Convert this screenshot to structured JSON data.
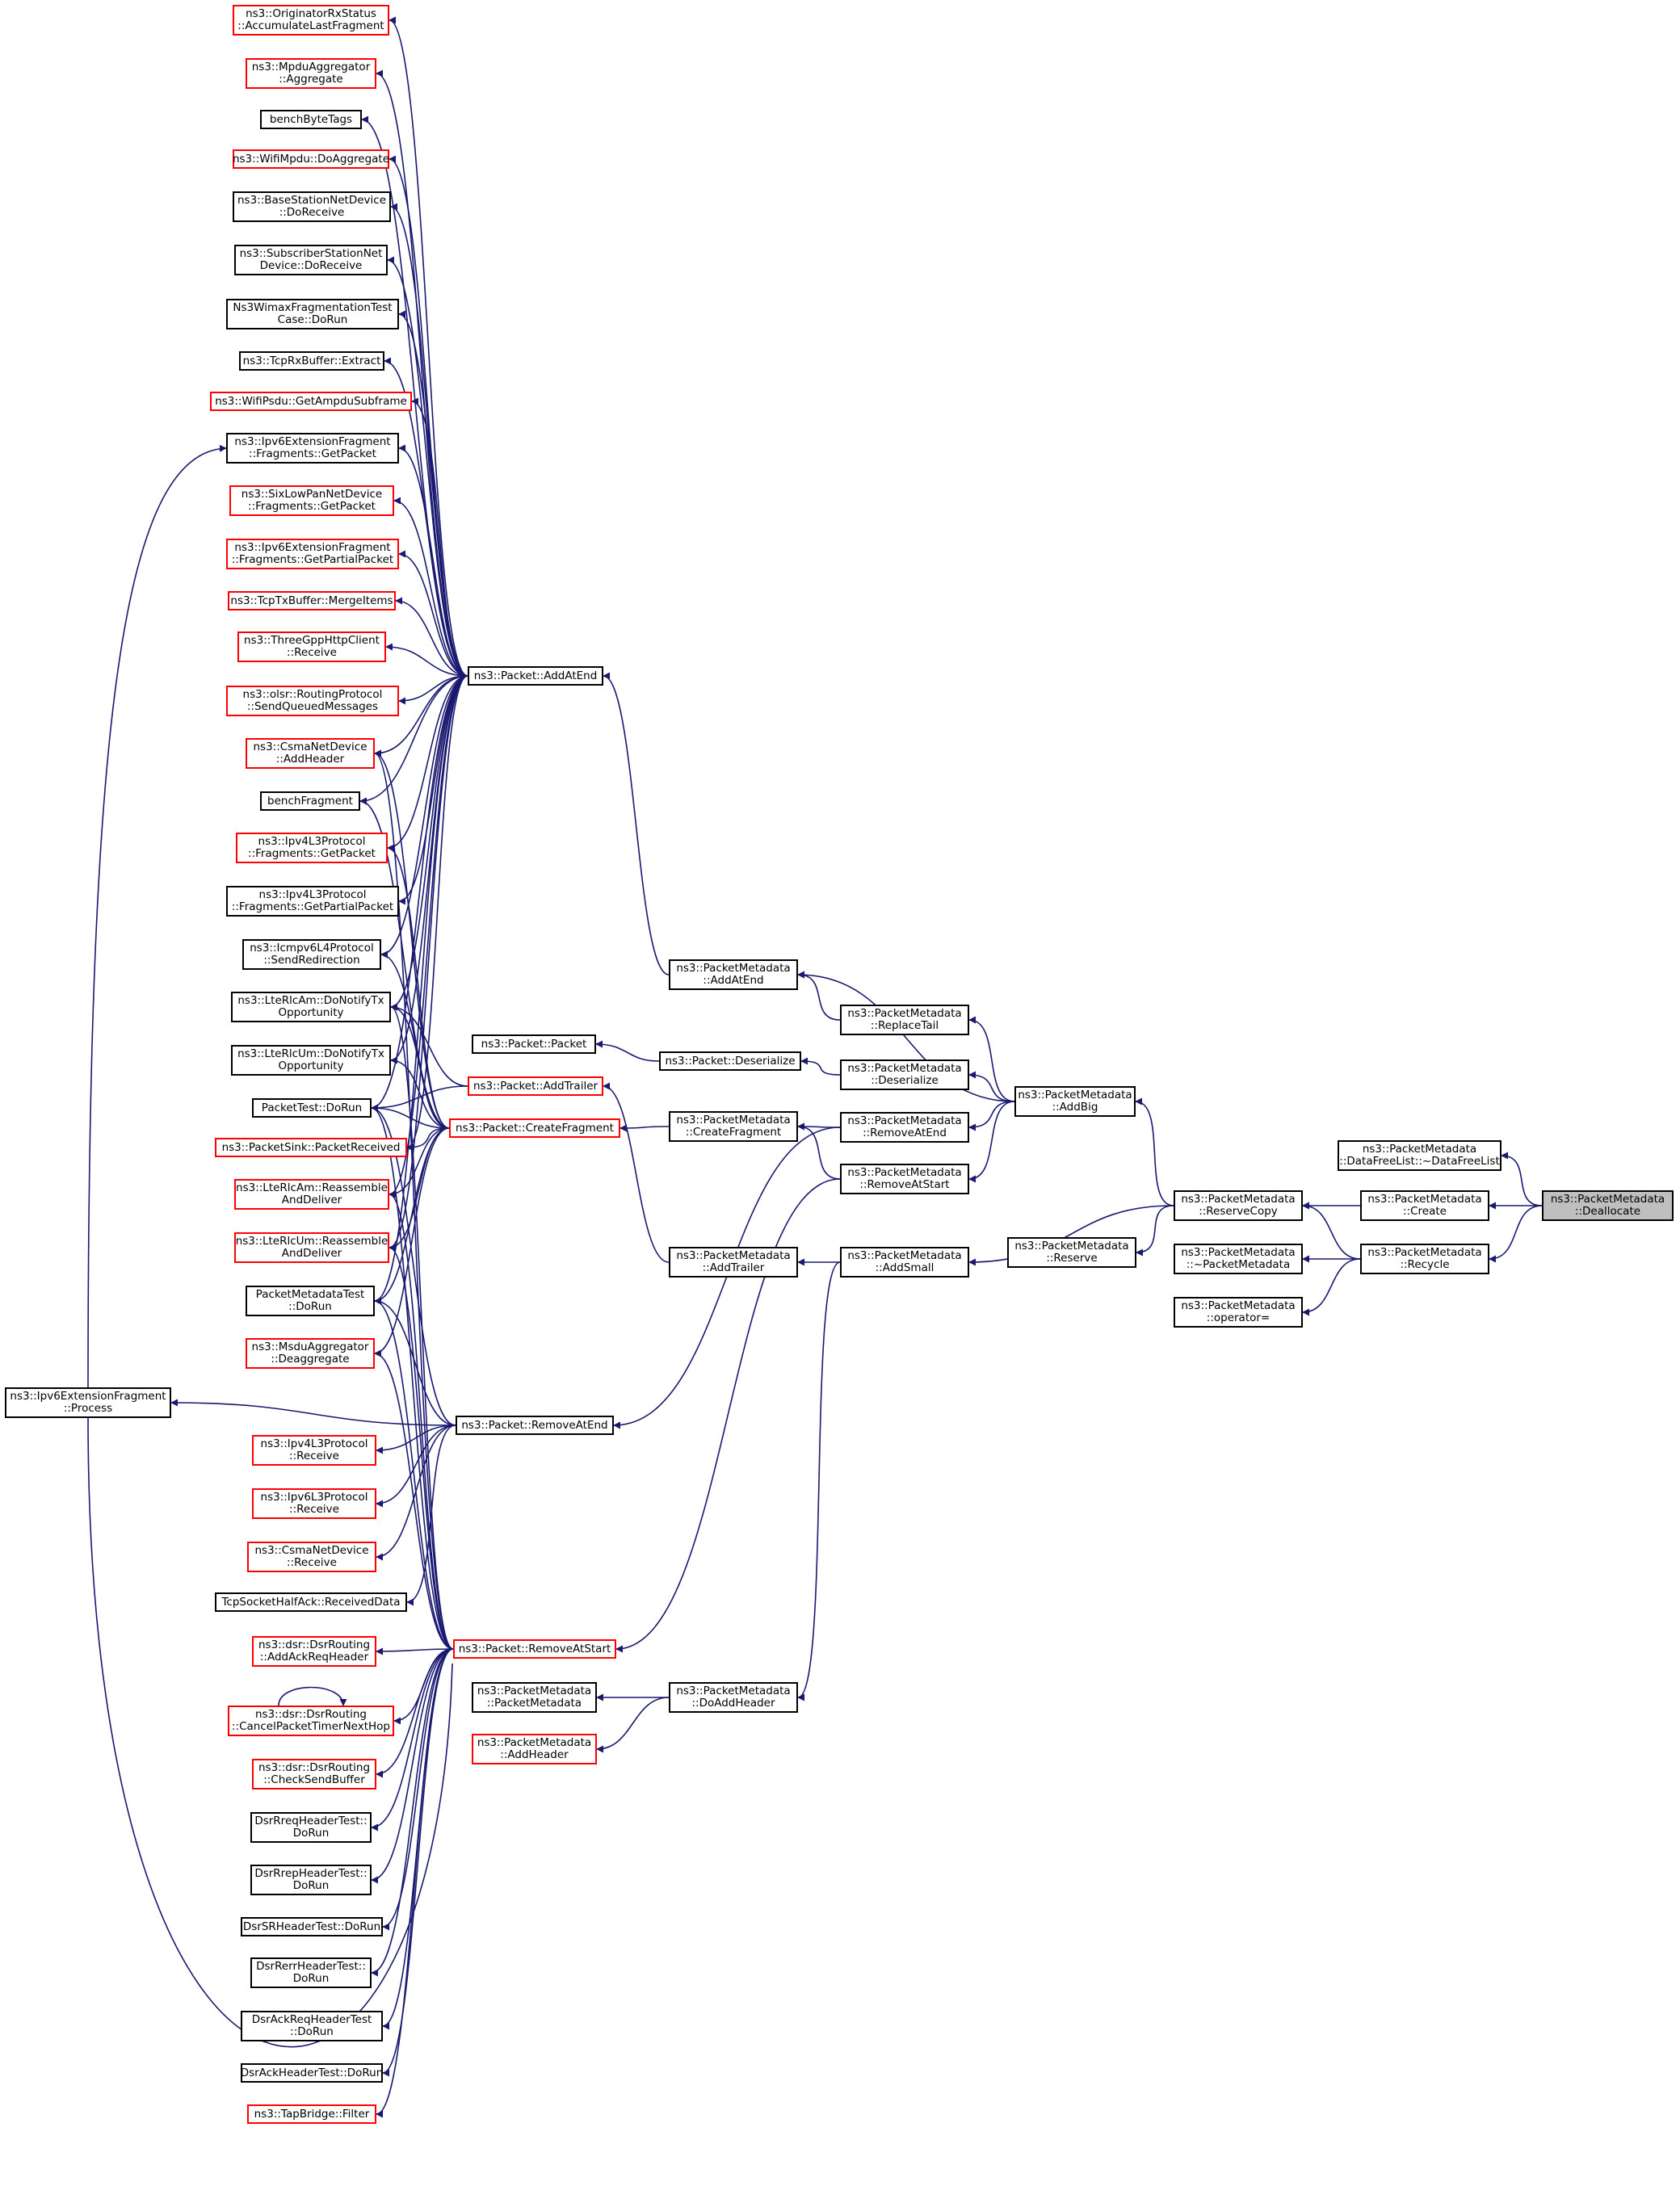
{
  "colors": {
    "edge": "#191970",
    "red_border": "#ff0000",
    "black_border": "#000000",
    "focus_fill": "#bfbfbf"
  },
  "nodes": {
    "deallocate": {
      "lines": [
        "ns3::PacketMetadata",
        "::Deallocate"
      ],
      "style": "focus"
    },
    "datafreelist": {
      "lines": [
        "ns3::PacketMetadata",
        "::DataFreeList::~DataFreeList"
      ],
      "style": "black"
    },
    "create": {
      "lines": [
        "ns3::PacketMetadata",
        "::Create"
      ],
      "style": "black"
    },
    "recycle": {
      "lines": [
        "ns3::PacketMetadata",
        "::Recycle"
      ],
      "style": "black"
    },
    "reservecopy": {
      "lines": [
        "ns3::PacketMetadata",
        "::ReserveCopy"
      ],
      "style": "black"
    },
    "dtor": {
      "lines": [
        "ns3::PacketMetadata",
        "::~PacketMetadata"
      ],
      "style": "black"
    },
    "operator": {
      "lines": [
        "ns3::PacketMetadata",
        "::operator="
      ],
      "style": "black"
    },
    "reserve": {
      "lines": [
        "ns3::PacketMetadata",
        "::Reserve"
      ],
      "style": "black"
    },
    "addbig": {
      "lines": [
        "ns3::PacketMetadata",
        "::AddBig"
      ],
      "style": "black"
    },
    "addsmall": {
      "lines": [
        "ns3::PacketMetadata",
        "::AddSmall"
      ],
      "style": "black"
    },
    "replacetail": {
      "lines": [
        "ns3::PacketMetadata",
        "::ReplaceTail"
      ],
      "style": "black"
    },
    "md_deserialize": {
      "lines": [
        "ns3::PacketMetadata",
        "::Deserialize"
      ],
      "style": "black"
    },
    "removeatend_md": {
      "lines": [
        "ns3::PacketMetadata",
        "::RemoveAtEnd"
      ],
      "style": "black"
    },
    "removeatstart_md": {
      "lines": [
        "ns3::PacketMetadata",
        "::RemoveAtStart"
      ],
      "style": "black"
    },
    "addatend_md": {
      "lines": [
        "ns3::PacketMetadata",
        "::AddAtEnd"
      ],
      "style": "black"
    },
    "createfragment_md": {
      "lines": [
        "ns3::PacketMetadata",
        "::CreateFragment"
      ],
      "style": "black"
    },
    "addtrailer_md": {
      "lines": [
        "ns3::PacketMetadata",
        "::AddTrailer"
      ],
      "style": "black"
    },
    "doaddheader": {
      "lines": [
        "ns3::PacketMetadata",
        "::DoAddHeader"
      ],
      "style": "black"
    },
    "pkt_deserialize": {
      "lines": [
        "ns3::Packet::Deserialize"
      ],
      "style": "black"
    },
    "pkt_packet": {
      "lines": [
        "ns3::Packet::Packet"
      ],
      "style": "black"
    },
    "pm_ctor": {
      "lines": [
        "ns3::PacketMetadata",
        "::PacketMetadata"
      ],
      "style": "black"
    },
    "pm_addheader": {
      "lines": [
        "ns3::PacketMetadata",
        "::AddHeader"
      ],
      "style": "red"
    },
    "pkt_addatend": {
      "lines": [
        "ns3::Packet::AddAtEnd"
      ],
      "style": "black"
    },
    "pkt_addtrailer": {
      "lines": [
        "ns3::Packet::AddTrailer"
      ],
      "style": "red"
    },
    "pkt_createfragment": {
      "lines": [
        "ns3::Packet::CreateFragment"
      ],
      "style": "red"
    },
    "pkt_removeatend": {
      "lines": [
        "ns3::Packet::RemoveAtEnd"
      ],
      "style": "black"
    },
    "pkt_removeatstart": {
      "lines": [
        "ns3::Packet::RemoveAtStart"
      ],
      "style": "red"
    },
    "originator": {
      "lines": [
        "ns3::OriginatorRxStatus",
        "::AccumulateLastFragment"
      ],
      "style": "red"
    },
    "mpduaggregator": {
      "lines": [
        "ns3::MpduAggregator",
        "::Aggregate"
      ],
      "style": "red"
    },
    "benchbytetags": {
      "lines": [
        "benchByteTags"
      ],
      "style": "black"
    },
    "wifimpdu": {
      "lines": [
        "ns3::WifiMpdu::DoAggregate"
      ],
      "style": "red"
    },
    "basestation": {
      "lines": [
        "ns3::BaseStationNetDevice",
        "::DoReceive"
      ],
      "style": "black"
    },
    "subscriber": {
      "lines": [
        "ns3::SubscriberStationNet",
        "Device::DoReceive"
      ],
      "style": "black"
    },
    "wimaxfrag": {
      "lines": [
        "Ns3WimaxFragmentationTest",
        "Case::DoRun"
      ],
      "style": "black"
    },
    "tcprxbuffer": {
      "lines": [
        "ns3::TcpRxBuffer::Extract"
      ],
      "style": "black"
    },
    "wifipsdu": {
      "lines": [
        "ns3::WifiPsdu::GetAmpduSubframe"
      ],
      "style": "red"
    },
    "ipv6frag_getpacket": {
      "lines": [
        "ns3::Ipv6ExtensionFragment",
        "::Fragments::GetPacket"
      ],
      "style": "black"
    },
    "sixlowpan": {
      "lines": [
        "ns3::SixLowPanNetDevice",
        "::Fragments::GetPacket"
      ],
      "style": "red"
    },
    "ipv6frag_partial": {
      "lines": [
        "ns3::Ipv6ExtensionFragment",
        "::Fragments::GetPartialPacket"
      ],
      "style": "red"
    },
    "tcptxbuffer": {
      "lines": [
        "ns3::TcpTxBuffer::MergeItems"
      ],
      "style": "red"
    },
    "threegpp": {
      "lines": [
        "ns3::ThreeGppHttpClient",
        "::Receive"
      ],
      "style": "red"
    },
    "olsr": {
      "lines": [
        "ns3::olsr::RoutingProtocol",
        "::SendQueuedMessages"
      ],
      "style": "red"
    },
    "csma_addheader": {
      "lines": [
        "ns3::CsmaNetDevice",
        "::AddHeader"
      ],
      "style": "red"
    },
    "benchfragment": {
      "lines": [
        "benchFragment"
      ],
      "style": "black"
    },
    "ipv4l3_getpacket": {
      "lines": [
        "ns3::Ipv4L3Protocol",
        "::Fragments::GetPacket"
      ],
      "style": "red"
    },
    "ipv4l3_partial": {
      "lines": [
        "ns3::Ipv4L3Protocol",
        "::Fragments::GetPartialPacket"
      ],
      "style": "black"
    },
    "icmpv6": {
      "lines": [
        "ns3::Icmpv6L4Protocol",
        "::SendRedirection"
      ],
      "style": "black"
    },
    "lterlcam_notify": {
      "lines": [
        "ns3::LteRlcAm::DoNotifyTx",
        "Opportunity"
      ],
      "style": "black"
    },
    "lterlcum_notify": {
      "lines": [
        "ns3::LteRlcUm::DoNotifyTx",
        "Opportunity"
      ],
      "style": "black"
    },
    "packettest": {
      "lines": [
        "PacketTest::DoRun"
      ],
      "style": "black"
    },
    "packetsink": {
      "lines": [
        "ns3::PacketSink::PacketReceived"
      ],
      "style": "red"
    },
    "lterlcam_reasm": {
      "lines": [
        "ns3::LteRlcAm::Reassemble",
        "AndDeliver"
      ],
      "style": "red"
    },
    "lterlcum_reasm": {
      "lines": [
        "ns3::LteRlcUm::Reassemble",
        "AndDeliver"
      ],
      "style": "red"
    },
    "pmtest": {
      "lines": [
        "PacketMetadataTest",
        "::DoRun"
      ],
      "style": "black"
    },
    "msdu": {
      "lines": [
        "ns3::MsduAggregator",
        "::Deaggregate"
      ],
      "style": "red"
    },
    "ipv6frag_process": {
      "lines": [
        "ns3::Ipv6ExtensionFragment",
        "::Process"
      ],
      "style": "black"
    },
    "ipv4l3_receive": {
      "lines": [
        "ns3::Ipv4L3Protocol",
        "::Receive"
      ],
      "style": "red"
    },
    "ipv6l3_receive": {
      "lines": [
        "ns3::Ipv6L3Protocol",
        "::Receive"
      ],
      "style": "red"
    },
    "csma_receive": {
      "lines": [
        "ns3::CsmaNetDevice",
        "::Receive"
      ],
      "style": "red"
    },
    "tcpsocket": {
      "lines": [
        "TcpSocketHalfAck::ReceivedData"
      ],
      "style": "black"
    },
    "dsr_addack": {
      "lines": [
        "ns3::dsr::DsrRouting",
        "::AddAckReqHeader"
      ],
      "style": "red"
    },
    "dsr_cancel": {
      "lines": [
        "ns3::dsr::DsrRouting",
        "::CancelPacketTimerNextHop"
      ],
      "style": "red"
    },
    "dsr_checksend": {
      "lines": [
        "ns3::dsr::DsrRouting",
        "::CheckSendBuffer"
      ],
      "style": "red"
    },
    "dsrrreq": {
      "lines": [
        "DsrRreqHeaderTest::",
        "DoRun"
      ],
      "style": "black"
    },
    "dsrrrep": {
      "lines": [
        "DsrRrepHeaderTest::",
        "DoRun"
      ],
      "style": "black"
    },
    "dsrsr": {
      "lines": [
        "DsrSRHeaderTest::DoRun"
      ],
      "style": "black"
    },
    "dsrrerr": {
      "lines": [
        "DsrRerrHeaderTest::",
        "DoRun"
      ],
      "style": "black"
    },
    "dsrackreq": {
      "lines": [
        "DsrAckReqHeaderTest",
        "::DoRun"
      ],
      "style": "black"
    },
    "dsrack": {
      "lines": [
        "DsrAckHeaderTest::DoRun"
      ],
      "style": "black"
    },
    "tapbridge": {
      "lines": [
        "ns3::TapBridge::Filter"
      ],
      "style": "red"
    }
  }
}
